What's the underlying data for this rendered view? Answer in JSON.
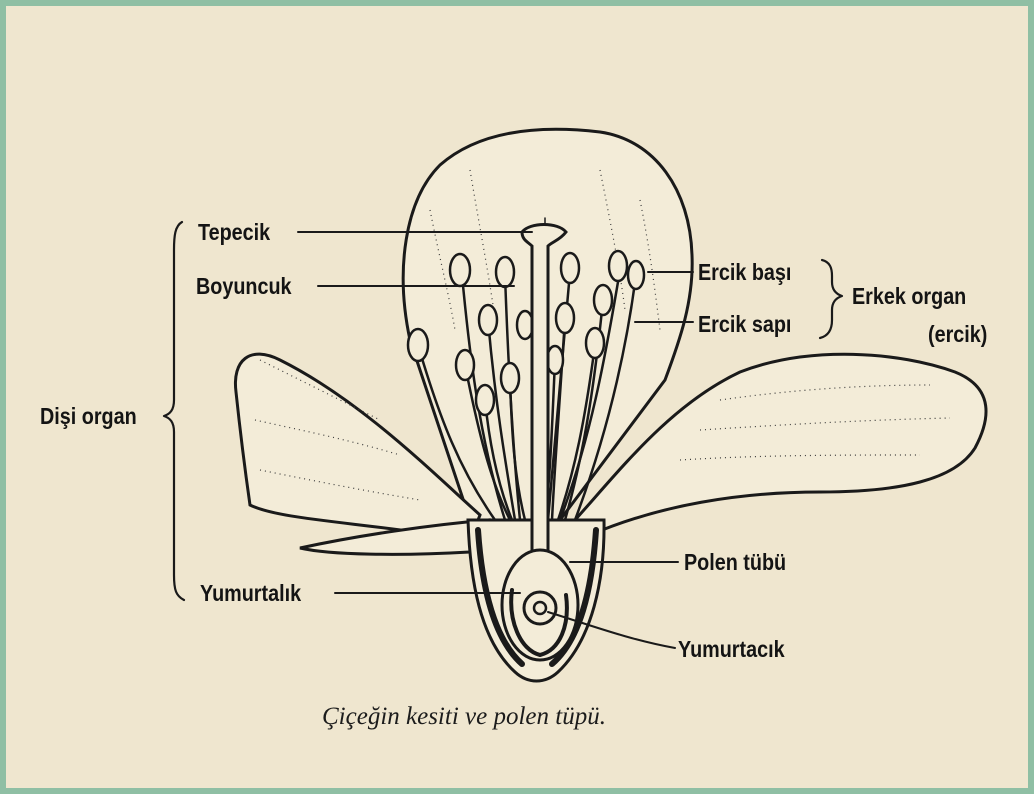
{
  "colors": {
    "frame": "#8fbfa4",
    "paper": "#efe6cf",
    "ink": "#1a1a1a"
  },
  "labels": {
    "tepecik": "Tepecik",
    "boyuncuk": "Boyuncuk",
    "disi_organ": "Dişi organ",
    "yumurtalik": "Yumurtalık",
    "ercik_basi": "Ercik başı",
    "ercik_sapi": "Ercik sapı",
    "erkek_organ": "Erkek organ",
    "erkek_organ_sub": "(ercik)",
    "polen_tubu": "Polen tübü",
    "yumurtacik": "Yumurtacık"
  },
  "caption": "Çiçeğin kesiti ve polen tüpü."
}
